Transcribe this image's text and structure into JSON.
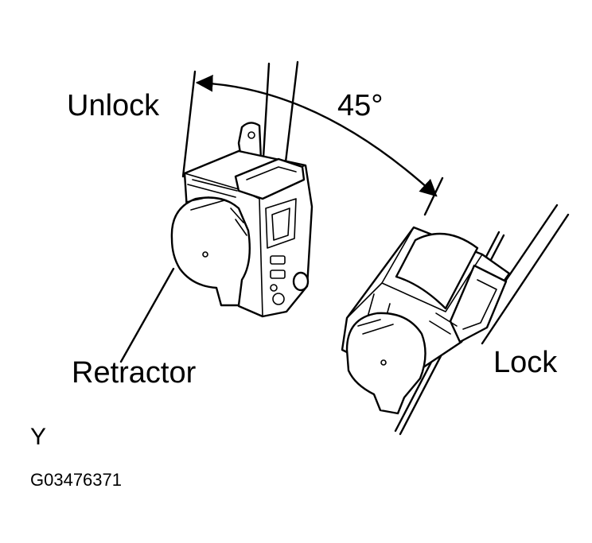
{
  "labels": {
    "unlock": "Unlock",
    "angle": "45°",
    "retractor": "Retractor",
    "lock": "Lock",
    "y": "Y",
    "figure_code": "G03476371"
  },
  "colors": {
    "ink": "#000000",
    "background": "#ffffff"
  }
}
